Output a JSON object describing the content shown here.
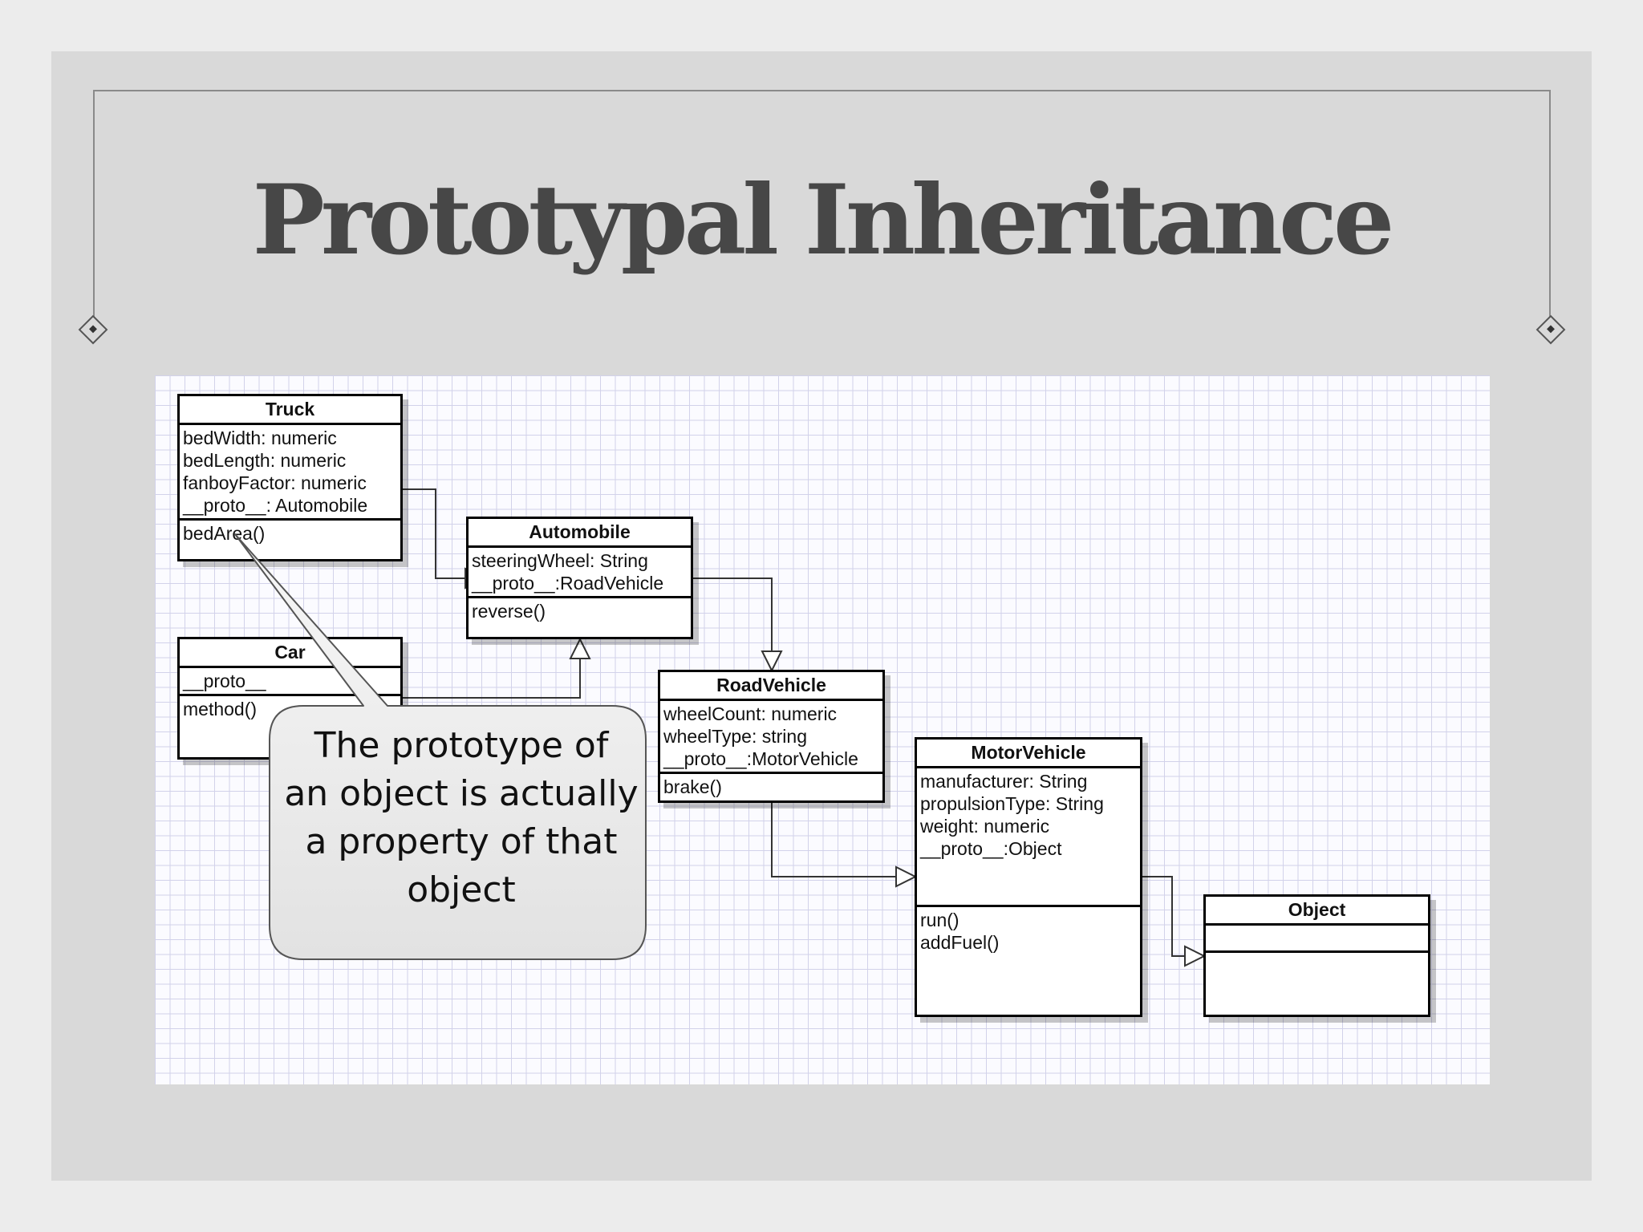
{
  "slide": {
    "title": "Prototypal Inheritance"
  },
  "diagram": {
    "classes": {
      "truck": {
        "name": "Truck",
        "attributes": [
          "bedWidth: numeric",
          "bedLength: numeric",
          "fanboyFactor: numeric",
          "__proto__: Automobile"
        ],
        "operations": [
          "bedArea()"
        ]
      },
      "car": {
        "name": "Car",
        "attributes": [
          "__proto__"
        ],
        "operations": [
          "method()"
        ]
      },
      "automobile": {
        "name": "Automobile",
        "attributes": [
          "steeringWheel: String",
          "__proto__:RoadVehicle"
        ],
        "operations": [
          "reverse()"
        ]
      },
      "roadvehicle": {
        "name": "RoadVehicle",
        "attributes": [
          "wheelCount: numeric",
          "wheelType: string",
          "__proto__:MotorVehicle"
        ],
        "operations": [
          "brake()"
        ]
      },
      "motorvehicle": {
        "name": "MotorVehicle",
        "attributes": [
          "manufacturer: String",
          "propulsionType: String",
          "weight: numeric",
          "__proto__:Object"
        ],
        "operations": [
          "run()",
          "addFuel()"
        ]
      },
      "object": {
        "name": "Object",
        "attributes": [],
        "operations": []
      }
    },
    "callout": {
      "lines": [
        "The prototype of",
        "an object is actually",
        "a property of that",
        "object"
      ]
    }
  }
}
